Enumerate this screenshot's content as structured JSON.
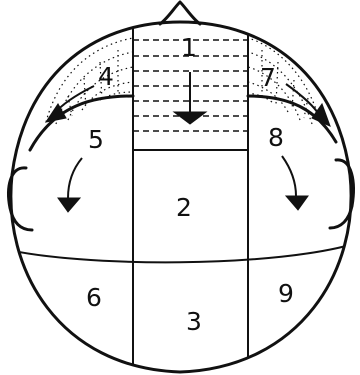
{
  "diagram": {
    "region_labels": {
      "r1": "1",
      "r2": "2",
      "r3": "3",
      "r4": "4",
      "r5": "5",
      "r6": "6",
      "r7": "7",
      "r8": "8",
      "r9": "9"
    },
    "colors": {
      "ink": "#111111",
      "background": "#ffffff"
    }
  }
}
